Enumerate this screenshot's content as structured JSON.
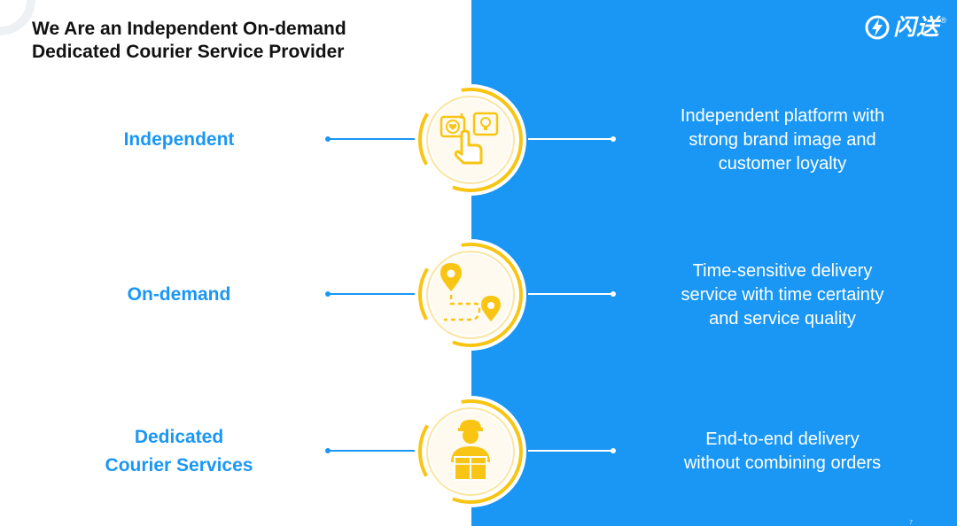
{
  "slide": {
    "title_lines": [
      "We Are an Independent On-demand",
      "Dedicated Courier Service Provider"
    ],
    "page_number": "7"
  },
  "logo": {
    "text": "闪送",
    "registered": "®",
    "mark_icon": "lightning-bolt-in-circle-icon"
  },
  "colors": {
    "brand_blue": "#1a97f5",
    "accent_yellow": "#f8c514",
    "text_dark": "#111111"
  },
  "rows": [
    {
      "label_lines": [
        "Independent"
      ],
      "icon": "hand-tapping-heart-and-lightbulb-icon",
      "description_lines": [
        "Independent platform with",
        "strong brand image and",
        "customer loyalty"
      ]
    },
    {
      "label_lines": [
        "On-demand"
      ],
      "icon": "route-with-location-pins-icon",
      "description_lines": [
        "Time-sensitive delivery",
        "service with time certainty",
        "and service quality"
      ]
    },
    {
      "label_lines": [
        "Dedicated",
        "Courier Services"
      ],
      "icon": "courier-holding-package-icon",
      "description_lines": [
        "End-to-end delivery",
        "without combining orders"
      ]
    }
  ]
}
